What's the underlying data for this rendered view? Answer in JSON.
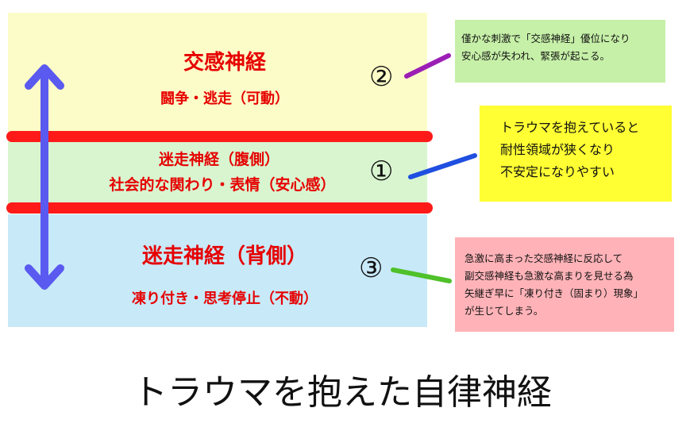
{
  "zones": {
    "sympathetic": {
      "title": "交感神経",
      "subtitle": "闘争・逃走（可動）",
      "number": "②"
    },
    "ventral_vagal": {
      "line1": "迷走神経（腹側）",
      "line2": "社会的な関わり・表情（安心感）",
      "number": "①"
    },
    "dorsal_vagal": {
      "title": "迷走神経（背側）",
      "subtitle": "凍り付き・思考停止（不動）",
      "number": "③"
    }
  },
  "callouts": {
    "green": {
      "lines": [
        "僅かな刺激で「交感神経」優位になり",
        "安心感が失われ、緊張が起こる。"
      ]
    },
    "yellow": {
      "lines": [
        "トラウマを抱えていると",
        "耐性領域が狭くなり",
        "不安定になりやすい"
      ]
    },
    "pink": {
      "lines": [
        "急激に高まった交感神経に反応して",
        "副交感神経も急激な高まりを見せる為",
        "矢継ぎ早に「凍り付き（固まり）現象」",
        "が生じてしまう。"
      ]
    }
  },
  "title": "トラウマを抱えた自律神経",
  "colors": {
    "sympathetic_bg": "#fcfcc8",
    "ventral_bg": "#d8f5d0",
    "dorsal_bg": "#c8e9f8",
    "zone_text": "#e60000",
    "boundary_bar": "#ff1a1a",
    "arrow": "#5a5af0",
    "connector_purple": "#9b1fb5",
    "connector_blue": "#1f4fe0",
    "connector_green": "#4fc12a",
    "callout_green": "#c6f0a8",
    "callout_yellow": "#ffff33",
    "callout_pink": "#ffb3b8"
  }
}
